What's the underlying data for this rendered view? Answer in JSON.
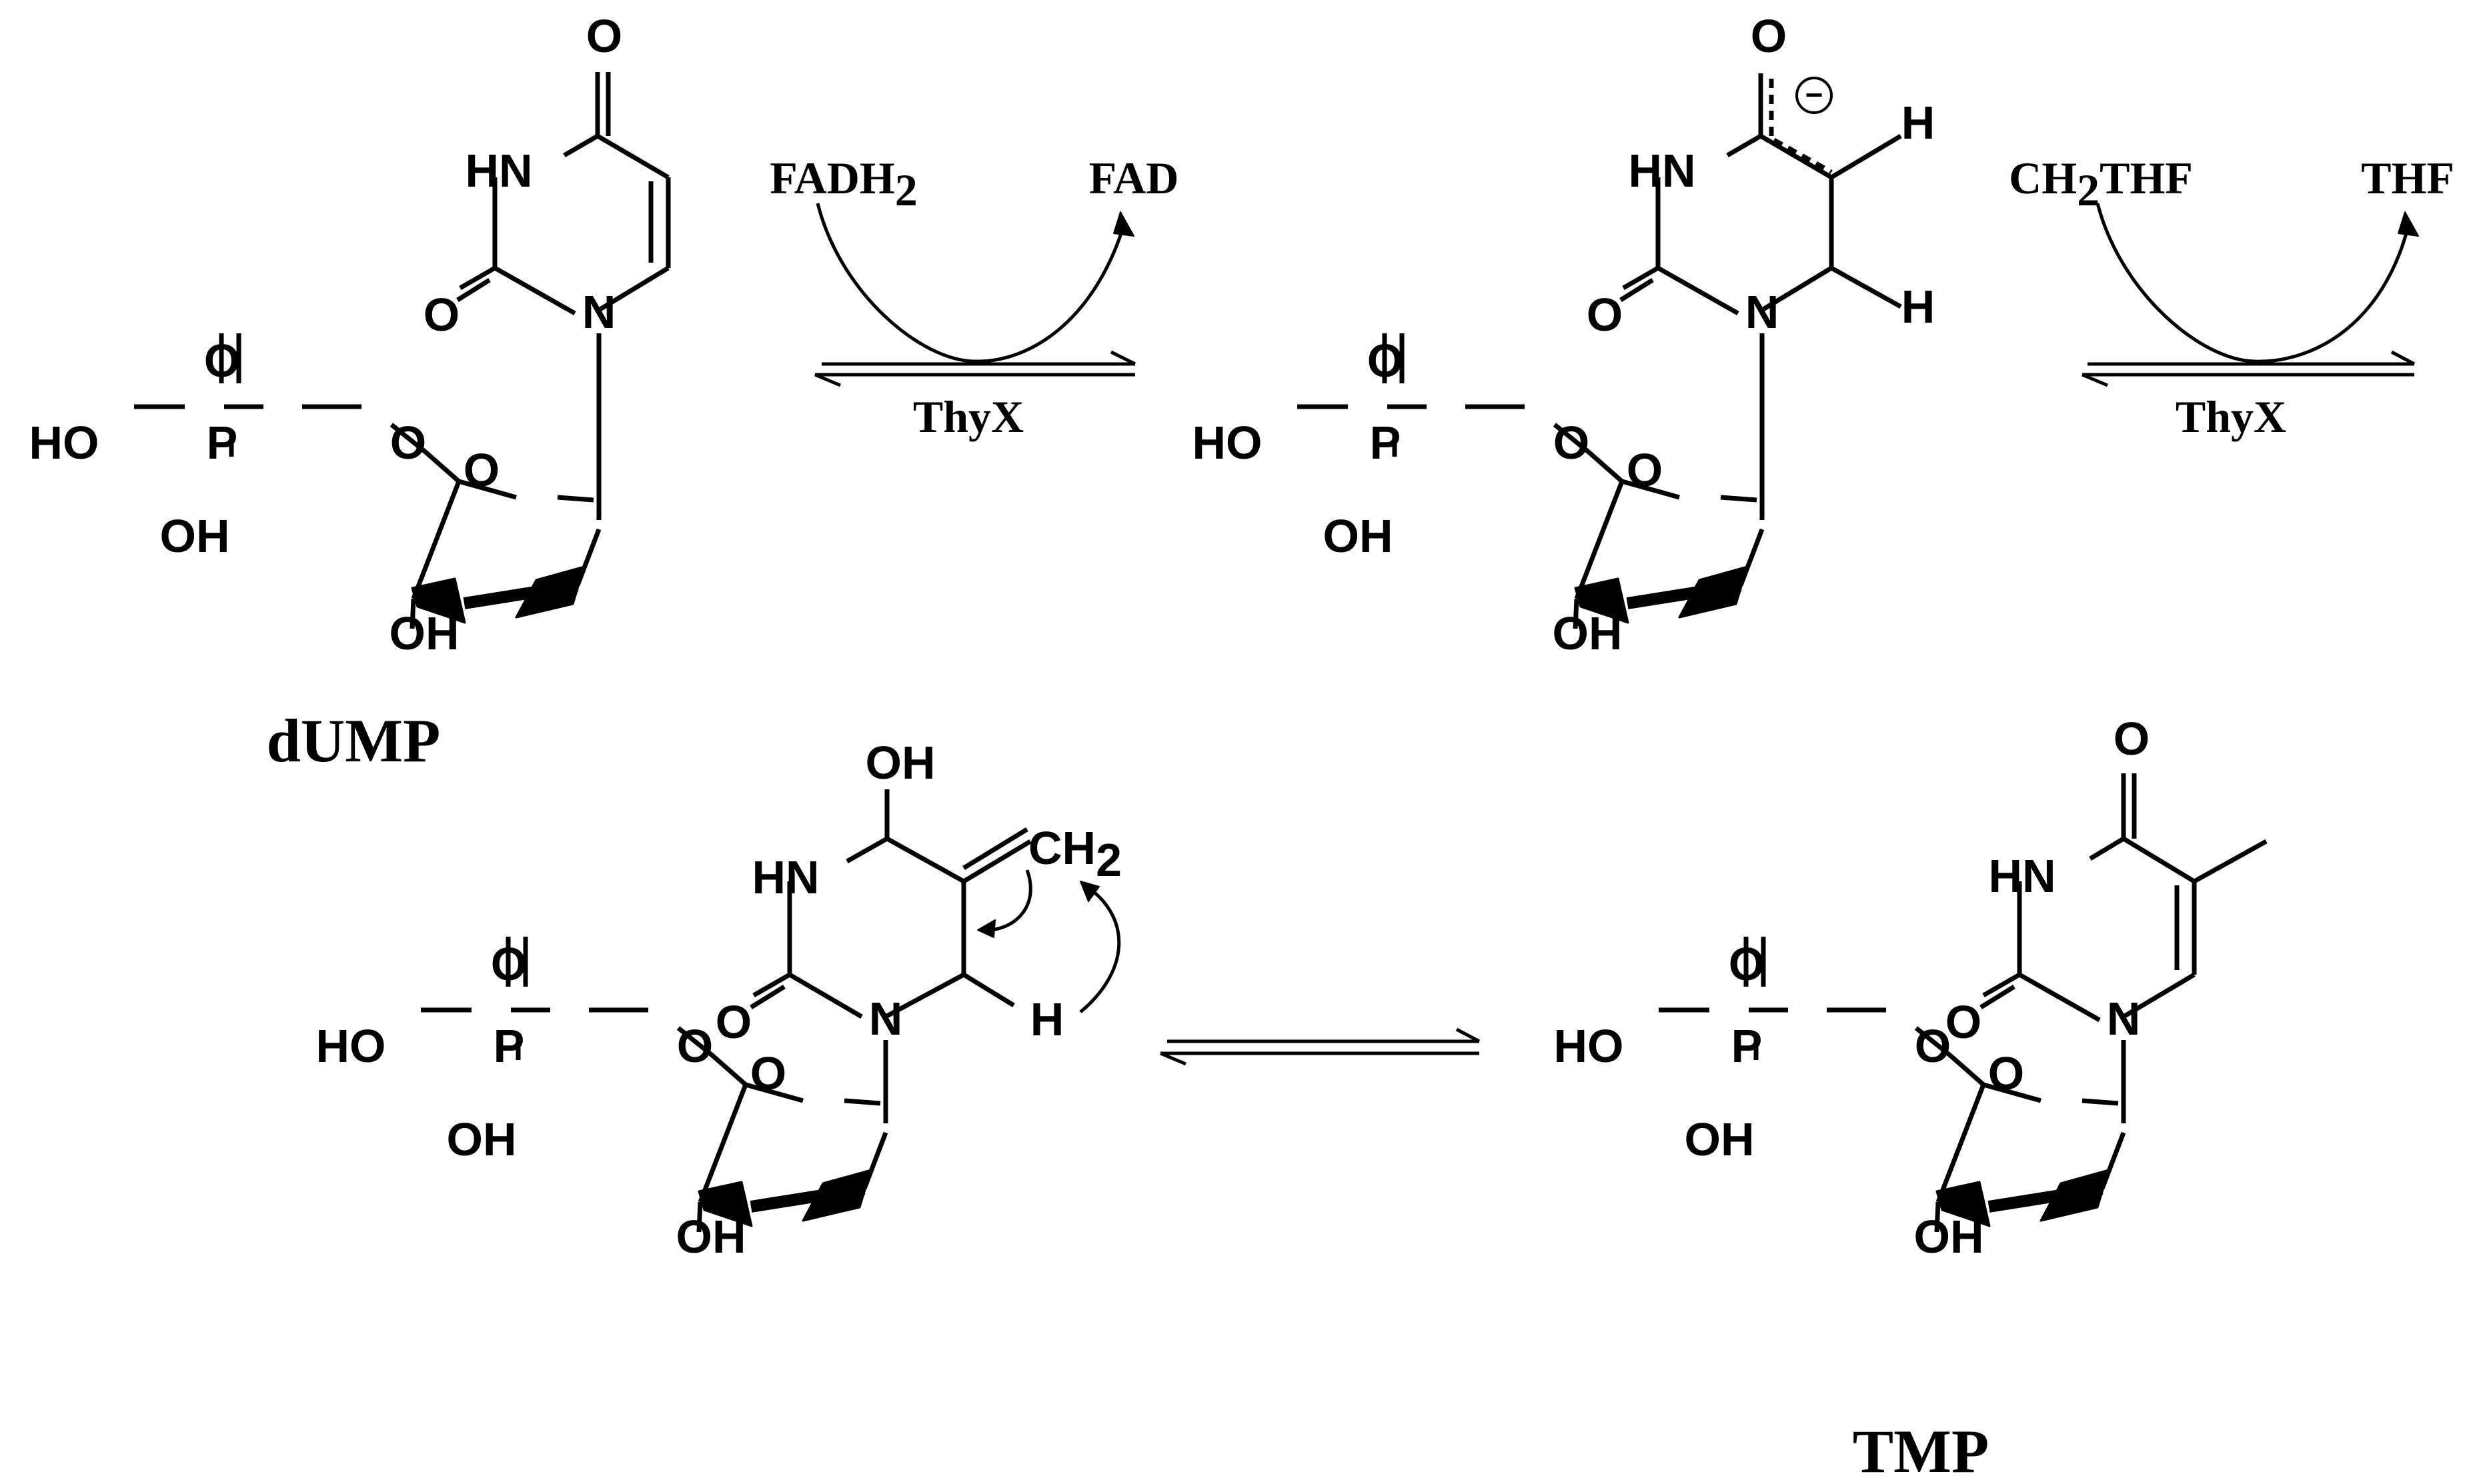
{
  "atoms": {
    "O": "O",
    "HN": "HN",
    "N": "N",
    "P": "P",
    "HO": "HO",
    "OH": "OH",
    "H": "H",
    "CH": "CH",
    "two": "2",
    "minus": "−"
  },
  "labels": {
    "dump": "dUMP",
    "tmp": "TMP",
    "enzyme_1": "ThyX",
    "enzyme_2": "ThyX"
  },
  "cofactors": {
    "fadh_main": "FADH",
    "fadh_sub": "2",
    "fad": "FAD",
    "ch_main": "CH",
    "ch_sub": "2",
    "ch_rest": "THF",
    "thf": "THF"
  }
}
